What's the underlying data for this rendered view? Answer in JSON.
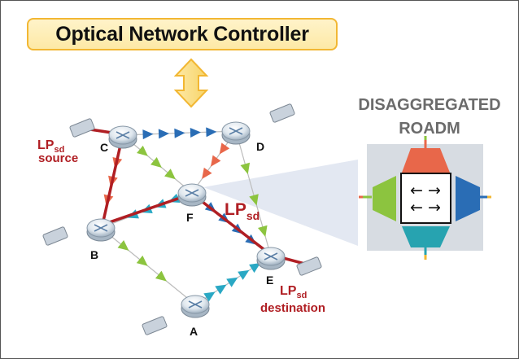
{
  "controller": {
    "title": "Optical Network Controller"
  },
  "nodes": [
    {
      "id": "A",
      "label": "A"
    },
    {
      "id": "B",
      "label": "B"
    },
    {
      "id": "C",
      "label": "C"
    },
    {
      "id": "D",
      "label": "D"
    },
    {
      "id": "E",
      "label": "E"
    },
    {
      "id": "F",
      "label": "F"
    }
  ],
  "lightpath": {
    "name": "LP",
    "subscript": "sd",
    "source_text": "source",
    "destination_text": "destination",
    "path": [
      "C",
      "B",
      "F",
      "E"
    ],
    "color": "#b01e23"
  },
  "roadm": {
    "title_line1": "DISAGGREGATED",
    "title_line2": "ROADM",
    "switch_arrows_top": "← →",
    "switch_arrows_bottom": "← →",
    "colors": {
      "top": "#e8674a",
      "left": "#8cc43f",
      "right": "#2a6db5",
      "bottom": "#27a3b0"
    }
  },
  "colors": {
    "amplifier_green": "#8cc43f",
    "amplifier_blue": "#2a6db5",
    "amplifier_cyan": "#2aa8c4",
    "amplifier_orange": "#e8674a",
    "controller_border": "#f2b733",
    "arrow_fill": "#fde9a6"
  }
}
